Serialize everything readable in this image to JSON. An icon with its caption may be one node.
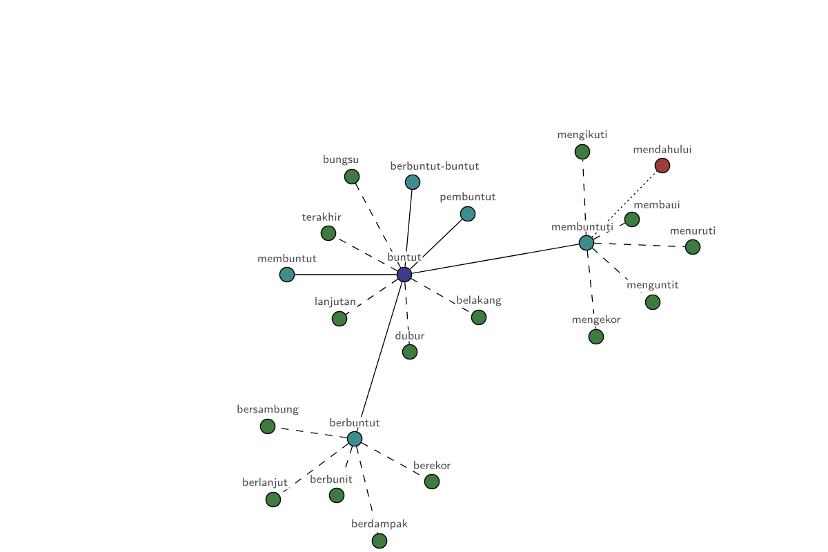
{
  "diagram": {
    "nodes": [
      {
        "text": [
          "buntut"
        ]
      },
      {
        "text": [
          "bungsu"
        ]
      },
      {
        "text": [
          "berbuntut-buntut"
        ]
      },
      {
        "text": [
          "pembuntut"
        ]
      },
      {
        "text": [
          "terakhir"
        ]
      },
      {
        "text": [
          "membuntut"
        ]
      },
      {
        "text": [
          "lanjutan"
        ]
      },
      {
        "text": [
          "dubur"
        ]
      },
      {
        "text": [
          "belakang"
        ]
      },
      {
        "text": [
          "membuntuti"
        ]
      },
      {
        "text": [
          "mengikuti"
        ]
      },
      {
        "text": [
          "mendahului"
        ]
      },
      {
        "text": [
          "membaui"
        ]
      },
      {
        "text": [
          "menuruti"
        ]
      },
      {
        "text": [
          "menguntit"
        ]
      },
      {
        "text": [
          "mengekor"
        ]
      },
      {
        "text": [
          "berbuntut"
        ]
      },
      {
        "text": [
          "bersambung"
        ]
      },
      {
        "text": [
          "berlanjut"
        ]
      },
      {
        "text": [
          "berbunit"
        ]
      },
      {
        "text": [
          "berekor"
        ]
      },
      {
        "text": [
          "berdampak"
        ]
      }
    ],
    "edges": [
      {
        "from": 0,
        "to": 1,
        "arrow": "none",
        "style": "dashed"
      },
      {
        "from": 0,
        "to": 2,
        "arrow": "none"
      },
      {
        "from": 0,
        "to": 3,
        "arrow": "none"
      },
      {
        "from": 0,
        "to": 4,
        "arrow": "none",
        "style": "dashed"
      },
      {
        "from": 0,
        "to": 5,
        "arrow": "none"
      },
      {
        "from": 0,
        "to": 6,
        "arrow": "none",
        "style": "dashed"
      },
      {
        "from": 0,
        "to": 7,
        "arrow": "none",
        "style": "dashed"
      },
      {
        "from": 0,
        "to": 8,
        "arrow": "none",
        "style": "dashed"
      },
      {
        "from": 0,
        "to": 9,
        "arrow": "none"
      },
      {
        "from": 0,
        "to": 16,
        "arrow": "none"
      },
      {
        "from": 9,
        "to": 10,
        "arrow": "none",
        "style": "dashed"
      },
      {
        "from": 9,
        "to": 11,
        "arrow": "none",
        "style": "dashed"
      },
      {
        "from": 9,
        "to": 12,
        "arrow": "none",
        "style": "dashed"
      },
      {
        "from": 9,
        "to": 13,
        "arrow": "none",
        "style": "dashed"
      },
      {
        "from": 9,
        "to": 14,
        "arrow": "none",
        "style": "dashed"
      },
      {
        "from": 9,
        "to": 15,
        "arrow": "none",
        "style": "dashed"
      },
      {
        "from": 16,
        "to": 17,
        "arrow": "none",
        "style": "dashed"
      },
      {
        "from": 16,
        "to": 18,
        "arrow": "none",
        "style": "dashed"
      },
      {
        "from": 16,
        "to": 19,
        "arrow": "none",
        "style": "dashed"
      },
      {
        "from": 16,
        "to": 20,
        "arrow": "none",
        "style": "dashed"
      },
      {
        "from": 16,
        "to": 21,
        "arrow": "none",
        "style": "dashed"
      }
    ]
  }
}
